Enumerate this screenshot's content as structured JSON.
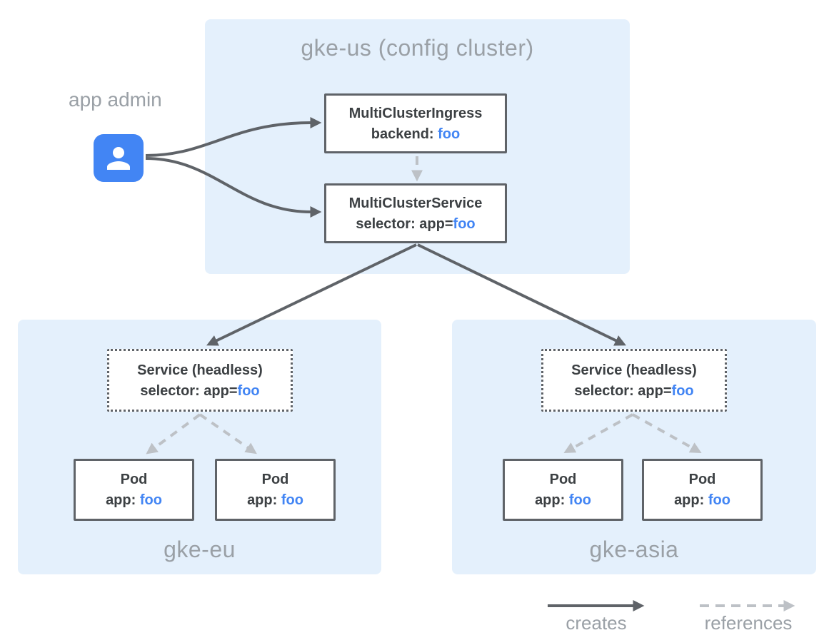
{
  "colors": {
    "region_bg": "#e4f0fc",
    "node_border": "#5f6368",
    "node_bg": "#ffffff",
    "text_dark": "#3c4043",
    "text_gray": "#9aa0a6",
    "accent_blue": "#4285f4",
    "arrow_dark": "#5f6368",
    "arrow_light": "#bdc1c6",
    "icon_bg": "#4285f4",
    "icon_fg": "#ffffff"
  },
  "actor": {
    "label": "app admin",
    "icon": "person-icon"
  },
  "regions": {
    "gke_us": {
      "label": "gke-us (config cluster)"
    },
    "gke_eu": {
      "label": "gke-eu"
    },
    "gke_asia": {
      "label": "gke-asia"
    }
  },
  "nodes": {
    "mci": {
      "title": "MultiClusterIngress",
      "attr_label": "backend: ",
      "attr_value": "foo"
    },
    "mcs": {
      "title": "MultiClusterService",
      "attr_label": "selector: app=",
      "attr_value": "foo"
    },
    "svc_eu": {
      "title": "Service (headless)",
      "attr_label": "selector: app=",
      "attr_value": "foo"
    },
    "svc_asia": {
      "title": "Service (headless)",
      "attr_label": "selector: app=",
      "attr_value": "foo"
    },
    "pod_eu_1": {
      "title": "Pod",
      "attr_label": "app: ",
      "attr_value": "foo"
    },
    "pod_eu_2": {
      "title": "Pod",
      "attr_label": "app: ",
      "attr_value": "foo"
    },
    "pod_asia_1": {
      "title": "Pod",
      "attr_label": "app: ",
      "attr_value": "foo"
    },
    "pod_asia_2": {
      "title": "Pod",
      "attr_label": "app: ",
      "attr_value": "foo"
    }
  },
  "legend": {
    "creates_label": "creates",
    "references_label": "references"
  }
}
